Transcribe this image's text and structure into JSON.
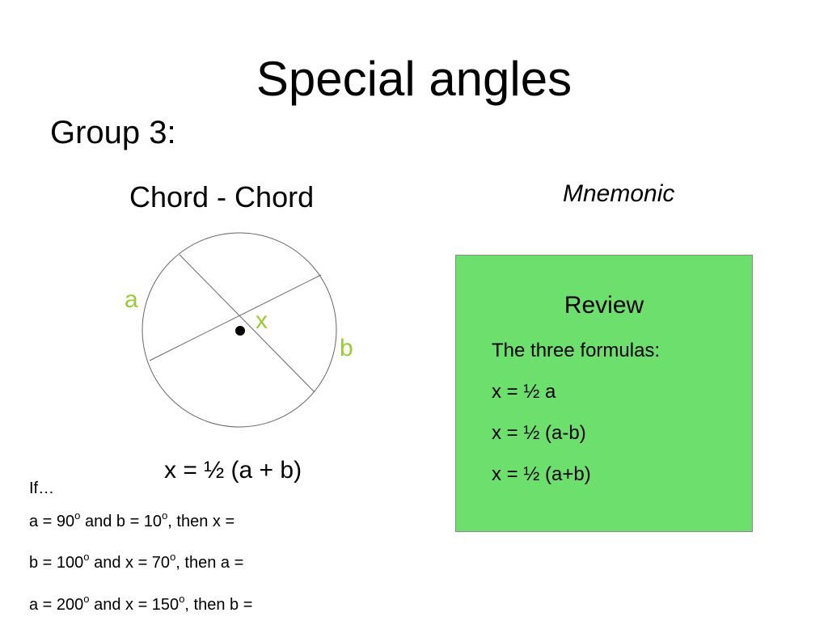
{
  "slide": {
    "title": "Special angles",
    "subtitle": "Group 3:",
    "heading": "Chord - Chord",
    "mnemonic": "Mnemonic"
  },
  "diagram": {
    "label_a": "a",
    "label_x": "x",
    "label_b": "b",
    "accent_color": "#99cc33"
  },
  "formula": "x = ½ (a + b)",
  "questions": {
    "intro": "If…",
    "q1": {
      "p1": "a = 90",
      "deg1": "o",
      "p2": " and b = 10",
      "deg2": "o",
      "p3": ", then x ="
    },
    "q2": {
      "p1": "b = 100",
      "deg1": "o",
      "p2": " and x = 70",
      "deg2": "o",
      "p3": ", then a ="
    },
    "q3": {
      "p1": "a = 200",
      "deg1": "o",
      "p2": " and x = 150",
      "deg2": "o",
      "p3": ", then b ="
    }
  },
  "review": {
    "title": "Review",
    "lines": [
      "The three formulas:",
      "x = ½ a",
      "x = ½ (a-b)",
      "x = ½ (a+b)"
    ],
    "background_color": "#6ddf6d"
  }
}
